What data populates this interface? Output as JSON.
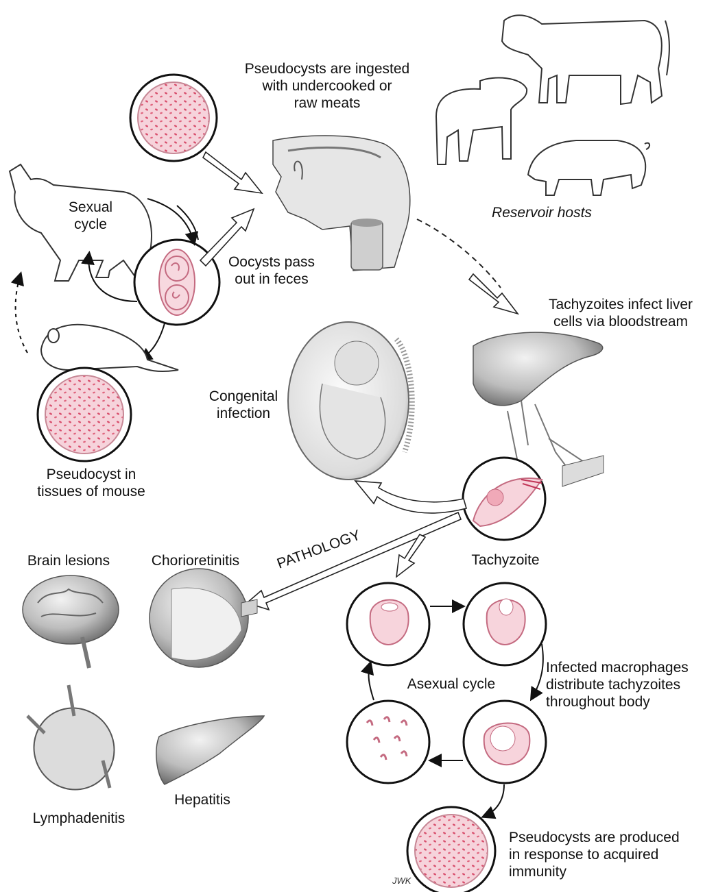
{
  "labels": {
    "ingest": [
      "Pseudocysts are ingested",
      "with undercooked or",
      "raw meats"
    ],
    "reservoir": "Reservoir hosts",
    "sexual_cycle": [
      "Sexual",
      "cycle"
    ],
    "oocysts": [
      "Oocysts pass",
      "out in feces"
    ],
    "tachy_liver": [
      "Tachyzoites infect liver",
      "cells via bloodstream"
    ],
    "congenital": [
      "Congenital",
      "infection"
    ],
    "pseudocyst_mouse": [
      "Pseudocyst in",
      "tissues of mouse"
    ],
    "pathology": "PATHOLOGY",
    "tachyzoite": "Tachyzoite",
    "brain_lesions": "Brain lesions",
    "chorioretinitis": "Chorioretinitis",
    "macrophages": [
      "Infected macrophages",
      "distribute tachyzoites",
      "throughout body"
    ],
    "asexual_cycle": "Asexual cycle",
    "lymphadenitis": "Lymphadenitis",
    "hepatitis": "Hepatitis",
    "pseudocysts_produced": [
      "Pseudocysts are produced",
      "in response to acquired",
      "immunity"
    ],
    "signature": "JWK"
  },
  "colors": {
    "cyst_fill": "#f3c4cf",
    "cyst_dot": "#d9506e",
    "outline": "#111111",
    "organ_gray": "#b8b8b8"
  }
}
